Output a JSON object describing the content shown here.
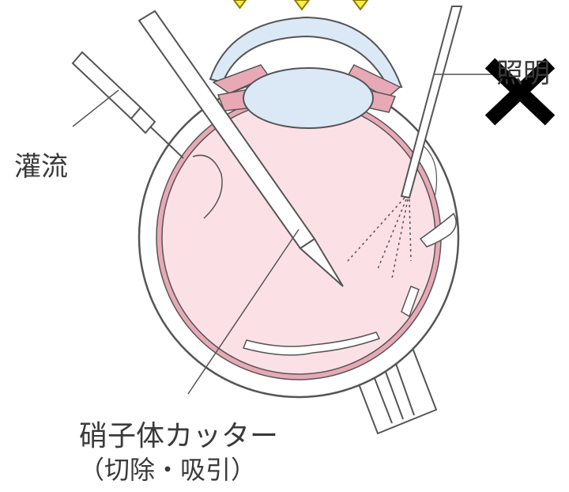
{
  "labels": {
    "irrigation": "灌流",
    "illumination": "照明",
    "vitreous_cutter": "硝子体カッター",
    "vitreous_cutter_sub": "（切除・吸引）"
  },
  "colors": {
    "vitreous": "#fbe1e6",
    "lens": "#dbe9f7",
    "cornea": "#dbe9f7",
    "retina": "#e8a9b6",
    "outline": "#555555",
    "marker_fill": "#ffef3a",
    "marker_stroke": "#8a7a00",
    "cross": "#000000"
  },
  "icons": [
    "cross-mark-icon",
    "diamond-marker-icon"
  ]
}
